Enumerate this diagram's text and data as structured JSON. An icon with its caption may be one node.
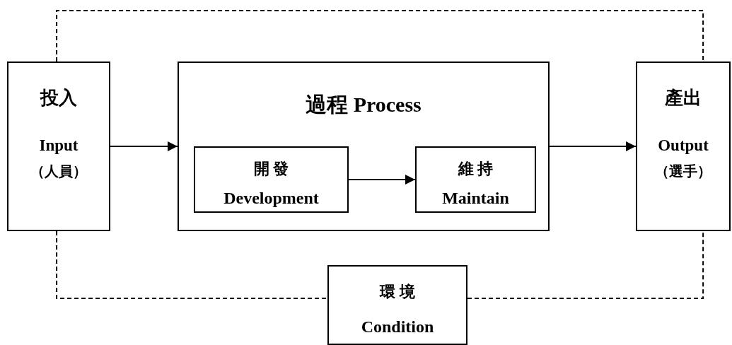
{
  "diagram": {
    "nodes": [
      {
        "text": [
          "投入",
          "Input",
          "（人員）"
        ]
      },
      {
        "text": [
          "過程 Process"
        ]
      },
      {
        "text": [
          "開 發",
          "Development"
        ],
        "in": 1
      },
      {
        "text": [
          "維 持",
          "Maintain"
        ],
        "in": 1
      },
      {
        "text": [
          "產出",
          "Output",
          "（選手）"
        ]
      },
      {
        "text": [
          "環 境",
          "Condition"
        ]
      }
    ],
    "edges": [
      {
        "from": 0,
        "to": 1,
        "arrow": "to"
      },
      {
        "from": 2,
        "to": 3,
        "arrow": "to"
      },
      {
        "from": 1,
        "to": 4,
        "arrow": "to"
      },
      {
        "from": 0,
        "to": 4,
        "arrow": "none",
        "style": "dashed"
      },
      {
        "from": 0,
        "to": 5,
        "arrow": "none",
        "style": "dashed"
      },
      {
        "from": 5,
        "to": 4,
        "arrow": "none",
        "style": "dashed"
      }
    ]
  }
}
